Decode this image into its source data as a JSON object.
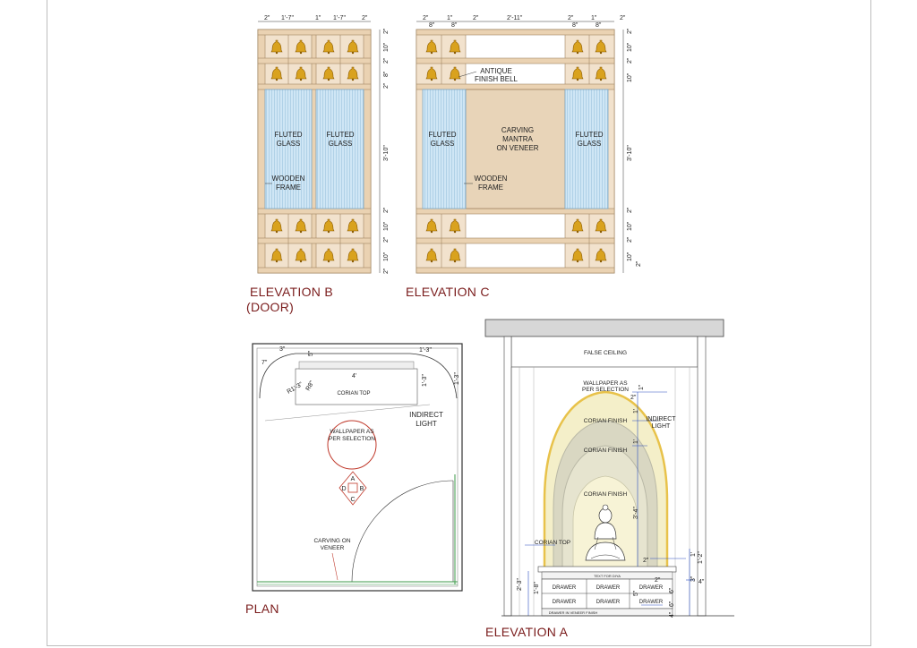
{
  "titles": {
    "elev_b_line1": "ELEVATION B",
    "elev_b_line2": "(DOOR)",
    "elev_c": "ELEVATION C",
    "plan": "PLAN",
    "elev_a": "ELEVATION A"
  },
  "elev_b": {
    "top_dims": [
      "2\"",
      "1'-7\"",
      "1\"",
      "1'-7\"",
      "2\""
    ],
    "right_dims": [
      "2\"",
      "10\"",
      "2\"",
      "8\"",
      "2\"",
      "3'-10\"",
      "2\"",
      "10\"",
      "2\"",
      "10\"",
      "2\""
    ],
    "glass_left": [
      "FLUTED",
      "GLASS"
    ],
    "glass_right": [
      "FLUTED",
      "GLASS"
    ],
    "frame_label": [
      "WOODEN",
      "FRAME"
    ]
  },
  "elev_c": {
    "top_dims": [
      "2\"",
      "8\"",
      "1\"",
      "8\"",
      "2\"",
      "2'-11\"",
      "2\"",
      "8\"",
      "1\"",
      "8\"",
      "2\""
    ],
    "right_dims": [
      "2\"",
      "10\"",
      "2\"",
      "10\"",
      "3'-10\"",
      "2\"",
      "10\"",
      "2\"",
      "10\"",
      "2\""
    ],
    "bell_label": [
      "ANTIQUE",
      "FINISH BELL"
    ],
    "glass_left": [
      "FLUTED",
      "GLASS"
    ],
    "glass_right": [
      "FLUTED",
      "GLASS"
    ],
    "carving": [
      "CARVING",
      "MANTRA",
      "ON VENEER"
    ],
    "frame_label": [
      "WOODEN",
      "FRAME"
    ]
  },
  "plan": {
    "dims": [
      "3\"",
      "5\"",
      "1'-3\"",
      "1'-3\"",
      "4'",
      "1'-3\"",
      "R8\"",
      "R1'-3\"",
      "7\""
    ],
    "corian_top": "CORIAN TOP",
    "indirect_light": [
      "INDIRECT",
      "LIGHT"
    ],
    "wallpaper": [
      "WALLPAPER AS",
      "PER SELECTION"
    ],
    "markers": [
      "A",
      "B",
      "C",
      "D"
    ],
    "carving": [
      "CARVING ON",
      "VENEER"
    ]
  },
  "elev_a": {
    "false_ceiling": "FALSE CEILING",
    "wallpaper": [
      "WALLPAPER AS",
      "PER SELECTION"
    ],
    "corian_finish_1": "CORIAN FINISH",
    "corian_finish_2": "CORIAN FINISH",
    "corian_finish_3": "CORIAN FINISH",
    "indirect_light": [
      "INDIRECT",
      "LIGHT"
    ],
    "corian_top": "CORIAN TOP",
    "diya_text": "TEXT FOR DIYA",
    "drawers": [
      "DRAWER",
      "DRAWER",
      "DRAWER",
      "DRAWER",
      "DRAWER",
      "DRAWER"
    ],
    "drawer_note": "DRAWER IN VENEER FINISH",
    "dims_left": [
      "2'-3\"",
      "1'-8\""
    ],
    "dims_mid": [
      "2\"",
      "1'",
      "1'",
      "3'-4\"",
      "2\"",
      "5\"",
      "2\""
    ],
    "dims_right": [
      "1\"",
      "1'",
      "1'-2\"",
      "3\"",
      "4\"",
      "6\"",
      "6\"",
      "4\""
    ]
  },
  "colors": {
    "wood": "#f2e2cd",
    "wood_stroke": "#a08562",
    "glass": "#cfe6f5",
    "veneer": "#e8d4b8",
    "title": "#7a1c1c",
    "dim_line": "#2a4fbf",
    "arch_gold": "#e8c24a",
    "arch_grey": "#b9b8a6",
    "plan_green": "#3c9a4a"
  }
}
